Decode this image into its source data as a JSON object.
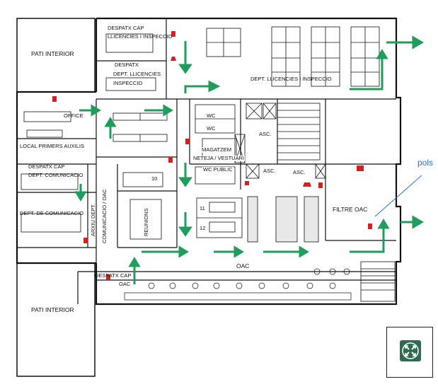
{
  "rooms": {
    "pati_interior_top": "PATI INTERIOR",
    "pati_interior_bottom": "PATI INTERIOR",
    "despatx_cap_llicencies_1": "DESPATX CAP",
    "despatx_cap_llicencies_2": "LLICENCIES I INSPECCIO",
    "despatx_dept_1": "DESPATX",
    "despatx_dept_2": "DEPT. LLICENCIES",
    "despatx_dept_3": "INSPECCIO",
    "dept_llicencies": "DEPT. LLICENCIES I INSPECCIO",
    "office": "OFFICE",
    "local_primers_auxilis": "LOCAL PRIMERS AUXILIS",
    "wc_1": "WC",
    "wc_2": "WC",
    "asc_1": "ASC.",
    "asc_2": "ASC.",
    "asc_3": "ASC.",
    "magatzem": "MAGATZEM",
    "netesa_vestuari": "NETEJA / VESTUARI",
    "wc_public": "WC PUBLIC",
    "despatx_cap_comunicacio_1": "DESPATX CAP",
    "despatx_cap_comunicacio_2": "DEPT. COMUNICACIO",
    "dept_comunicacio": "DEPT. DE COMUNICACIO",
    "arxiu_dept": "ARXIU DEPT.",
    "comunicacio_oac": "COMUNICACIO / OAC",
    "reunions": "REUNIONS",
    "room_10": "10",
    "room_11": "11",
    "room_12": "12",
    "filtre_oac": "FILTRE OAC",
    "oac": "OAC",
    "despatx_cap_oac_1": "DESPATX CAP",
    "despatx_cap_oac_2": "OAC"
  },
  "annotation": {
    "pols": "pols"
  },
  "legend": {
    "icon": "fire-push-button-icon",
    "color": "#2f6b4f"
  },
  "colors": {
    "evac_arrow": "#1f9d5a",
    "wall": "#111111",
    "fire_equipment": "#d62020",
    "annotation": "#2b6fc7"
  }
}
